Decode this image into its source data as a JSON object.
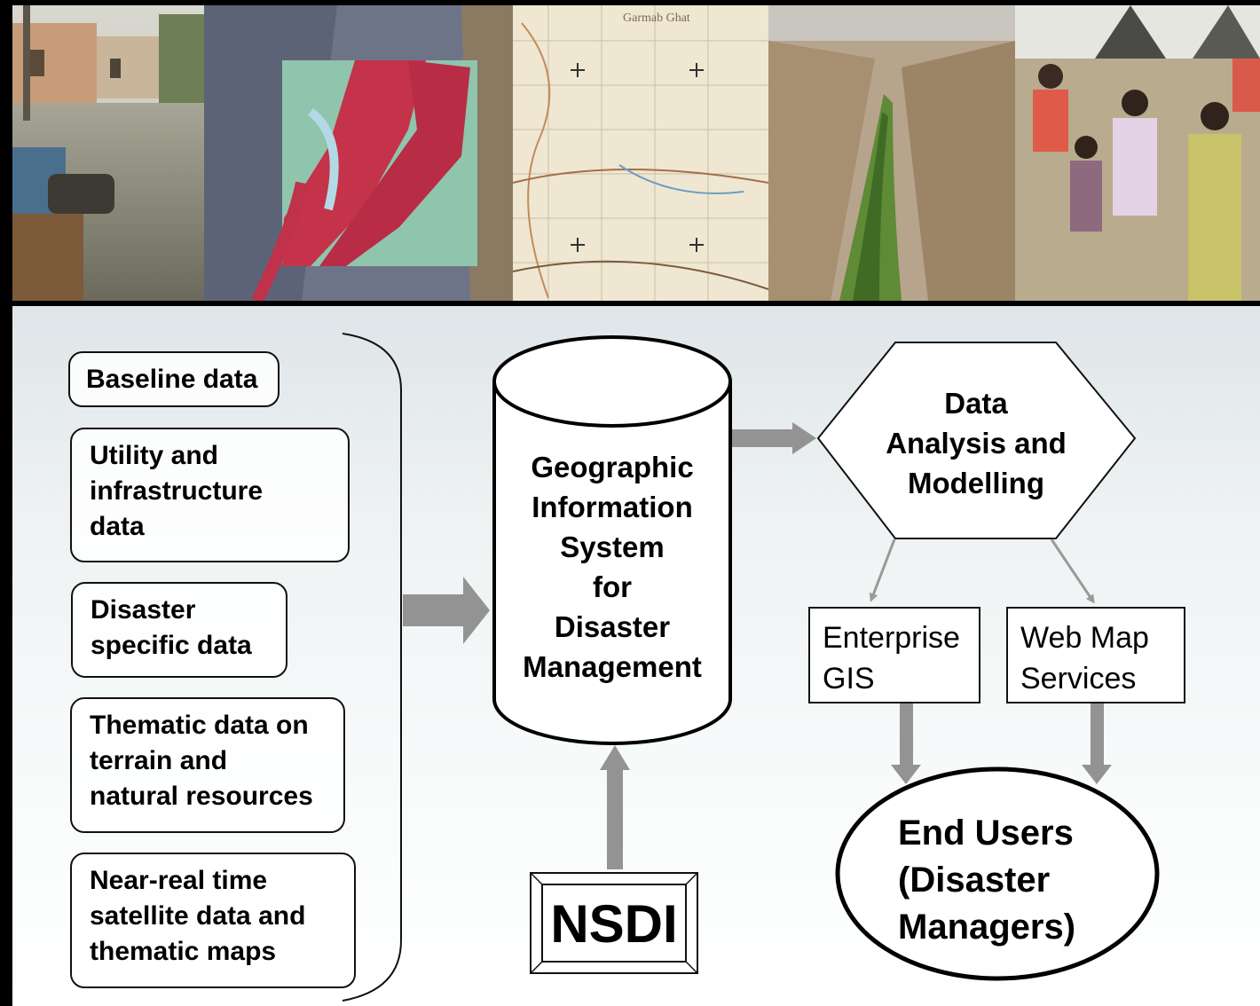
{
  "photos": [
    {
      "name": "flooded-street-photo"
    },
    {
      "name": "satellite-image-photo"
    },
    {
      "name": "topographic-map-photo",
      "map_label": "Garmab Ghat"
    },
    {
      "name": "mountain-valley-photo"
    },
    {
      "name": "refugee-children-photo"
    }
  ],
  "data_sources": [
    {
      "label": "Baseline data"
    },
    {
      "label": "Utility and\ninfrastructure\ndata"
    },
    {
      "label": "Disaster\nspecific data"
    },
    {
      "label": "Thematic data on\nterrain and\nnatural resources"
    },
    {
      "label": "Near-real time\nsatellite data and\nthematic maps"
    }
  ],
  "gis": {
    "label": "Geographic\nInformation\nSystem\nfor\nDisaster\nManagement"
  },
  "analysis": {
    "label": "Data\nAnalysis and\nModelling"
  },
  "enterprise": {
    "label": "Enterprise\nGIS"
  },
  "webmap": {
    "label": "Web Map\nServices"
  },
  "end_users": {
    "label": "End Users\n(Disaster\nManagers)"
  },
  "nsdi": {
    "label": "NSDI"
  },
  "colors": {
    "arrow": "#939393",
    "thin_arrow": "#9a9a9a",
    "border": "#111111"
  }
}
